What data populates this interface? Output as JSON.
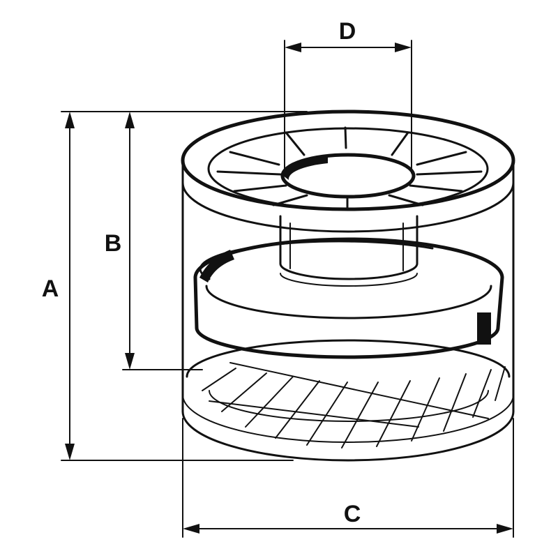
{
  "dimensions": {
    "a": "A",
    "b": "B",
    "c": "C",
    "d": "D"
  },
  "colors": {
    "ink": "#111111",
    "paper": "#ffffff"
  }
}
